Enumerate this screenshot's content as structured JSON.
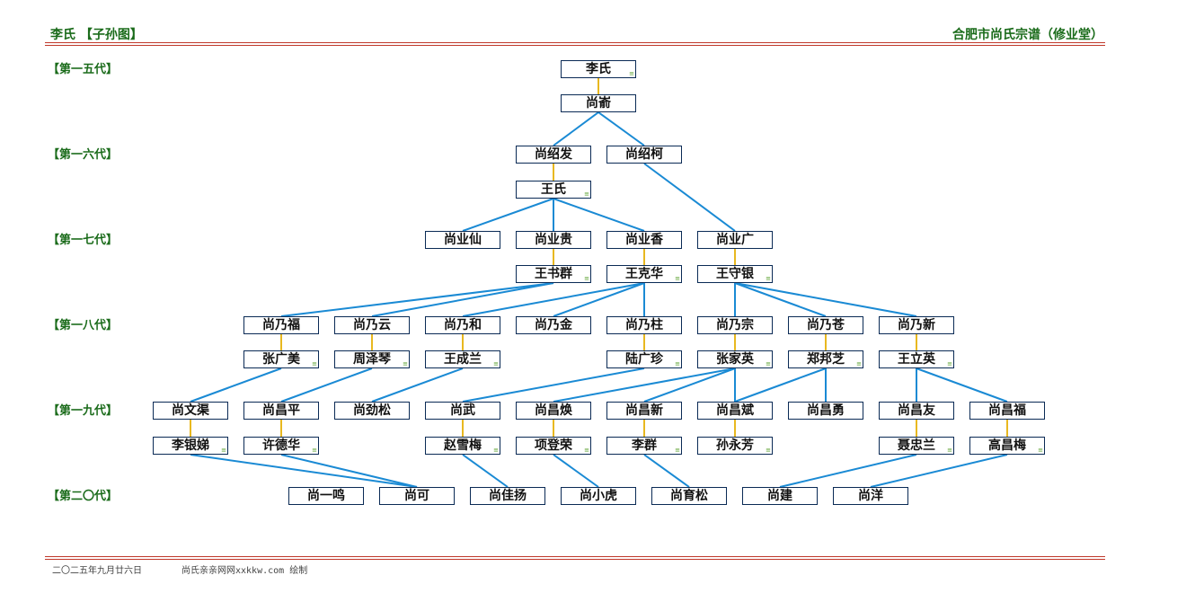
{
  "header": {
    "left": "李氏 【子孙图】",
    "right": "合肥市尚氏宗谱（修业堂）"
  },
  "generations": [
    "【第一五代】",
    "【第一六代】",
    "【第一七代】",
    "【第一八代】",
    "【第一九代】",
    "【第二〇代】"
  ],
  "footer": {
    "date": "二〇二五年九月廿六日",
    "credit": "尚氏亲亲网网xxkkw.com 绘制"
  },
  "colors": {
    "link": "#1a8ad4",
    "spouse": "#e8b820",
    "border": "#0a2a55",
    "accent": "#1a6b1a",
    "rule": "#c0392b"
  },
  "nodes": [
    {
      "name": "李氏",
      "mark": true
    },
    {
      "name": "尚嵛",
      "mark": false
    },
    {
      "name": "尚绍发",
      "mark": false
    },
    {
      "name": "尚绍柯",
      "mark": false
    },
    {
      "name": "王氏",
      "mark": true
    },
    {
      "name": "尚业仙",
      "mark": false
    },
    {
      "name": "尚业贵",
      "mark": false
    },
    {
      "name": "尚业香",
      "mark": false
    },
    {
      "name": "尚业广",
      "mark": false
    },
    {
      "name": "王书群",
      "mark": true
    },
    {
      "name": "王克华",
      "mark": true
    },
    {
      "name": "王守银",
      "mark": true
    },
    {
      "name": "尚乃福",
      "mark": false
    },
    {
      "name": "尚乃云",
      "mark": false
    },
    {
      "name": "尚乃和",
      "mark": false
    },
    {
      "name": "尚乃金",
      "mark": false
    },
    {
      "name": "尚乃柱",
      "mark": false
    },
    {
      "name": "尚乃宗",
      "mark": false
    },
    {
      "name": "尚乃苍",
      "mark": false
    },
    {
      "name": "尚乃新",
      "mark": false
    },
    {
      "name": "张广美",
      "mark": true
    },
    {
      "name": "周泽琴",
      "mark": true
    },
    {
      "name": "王成兰",
      "mark": true
    },
    {
      "name": "陆广珍",
      "mark": true
    },
    {
      "name": "张家英",
      "mark": true
    },
    {
      "name": "郑邦芝",
      "mark": true
    },
    {
      "name": "王立英",
      "mark": true
    },
    {
      "name": "尚文渠",
      "mark": false
    },
    {
      "name": "尚昌平",
      "mark": false
    },
    {
      "name": "尚劲松",
      "mark": false
    },
    {
      "name": "尚武",
      "mark": false
    },
    {
      "name": "尚昌焕",
      "mark": false
    },
    {
      "name": "尚昌新",
      "mark": false
    },
    {
      "name": "尚昌斌",
      "mark": false
    },
    {
      "name": "尚昌勇",
      "mark": false
    },
    {
      "name": "尚昌友",
      "mark": false
    },
    {
      "name": "尚昌福",
      "mark": false
    },
    {
      "name": "李银娣",
      "mark": true
    },
    {
      "name": "许德华",
      "mark": true
    },
    {
      "name": "赵雪梅",
      "mark": true
    },
    {
      "name": "项登荣",
      "mark": true
    },
    {
      "name": "李群",
      "mark": true
    },
    {
      "name": "孙永芳",
      "mark": true
    },
    {
      "name": "聂忠兰",
      "mark": true
    },
    {
      "name": "高昌梅",
      "mark": true
    },
    {
      "name": "尚一鸣",
      "mark": false
    },
    {
      "name": "尚可",
      "mark": false
    },
    {
      "name": "尚佳扬",
      "mark": false
    },
    {
      "name": "尚小虎",
      "mark": false
    },
    {
      "name": "尚育松",
      "mark": false
    },
    {
      "name": "尚建",
      "mark": false
    },
    {
      "name": "尚洋",
      "mark": false
    }
  ]
}
